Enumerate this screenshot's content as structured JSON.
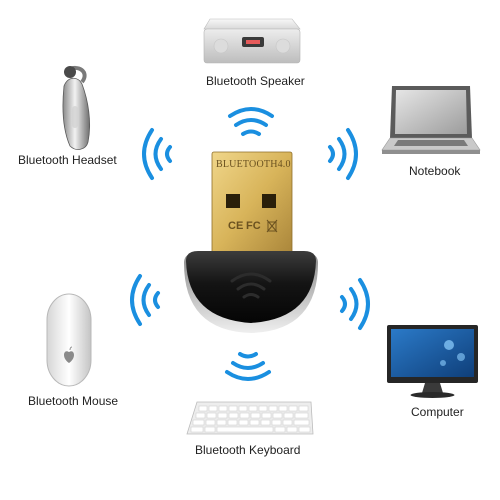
{
  "dongle": {
    "engraving": "BLUETOOTH4.0",
    "mark_fc": "FC",
    "mark_ce": "CE"
  },
  "devices": {
    "speaker": {
      "label": "Bluetooth Speaker",
      "icon": "speaker-icon"
    },
    "headset": {
      "label": "Bluetooth Headset",
      "icon": "headset-icon"
    },
    "notebook": {
      "label": "Notebook",
      "icon": "laptop-icon"
    },
    "mouse": {
      "label": "Bluetooth Mouse",
      "icon": "mouse-icon"
    },
    "computer": {
      "label": "Computer",
      "icon": "monitor-icon"
    },
    "keyboard": {
      "label": "Bluetooth Keyboard",
      "icon": "keyboard-icon"
    }
  },
  "colors": {
    "wave": "#1a8fe0",
    "gold": "#d8b45a",
    "dongle_body": "#151515",
    "screen": "#1c64b0"
  }
}
